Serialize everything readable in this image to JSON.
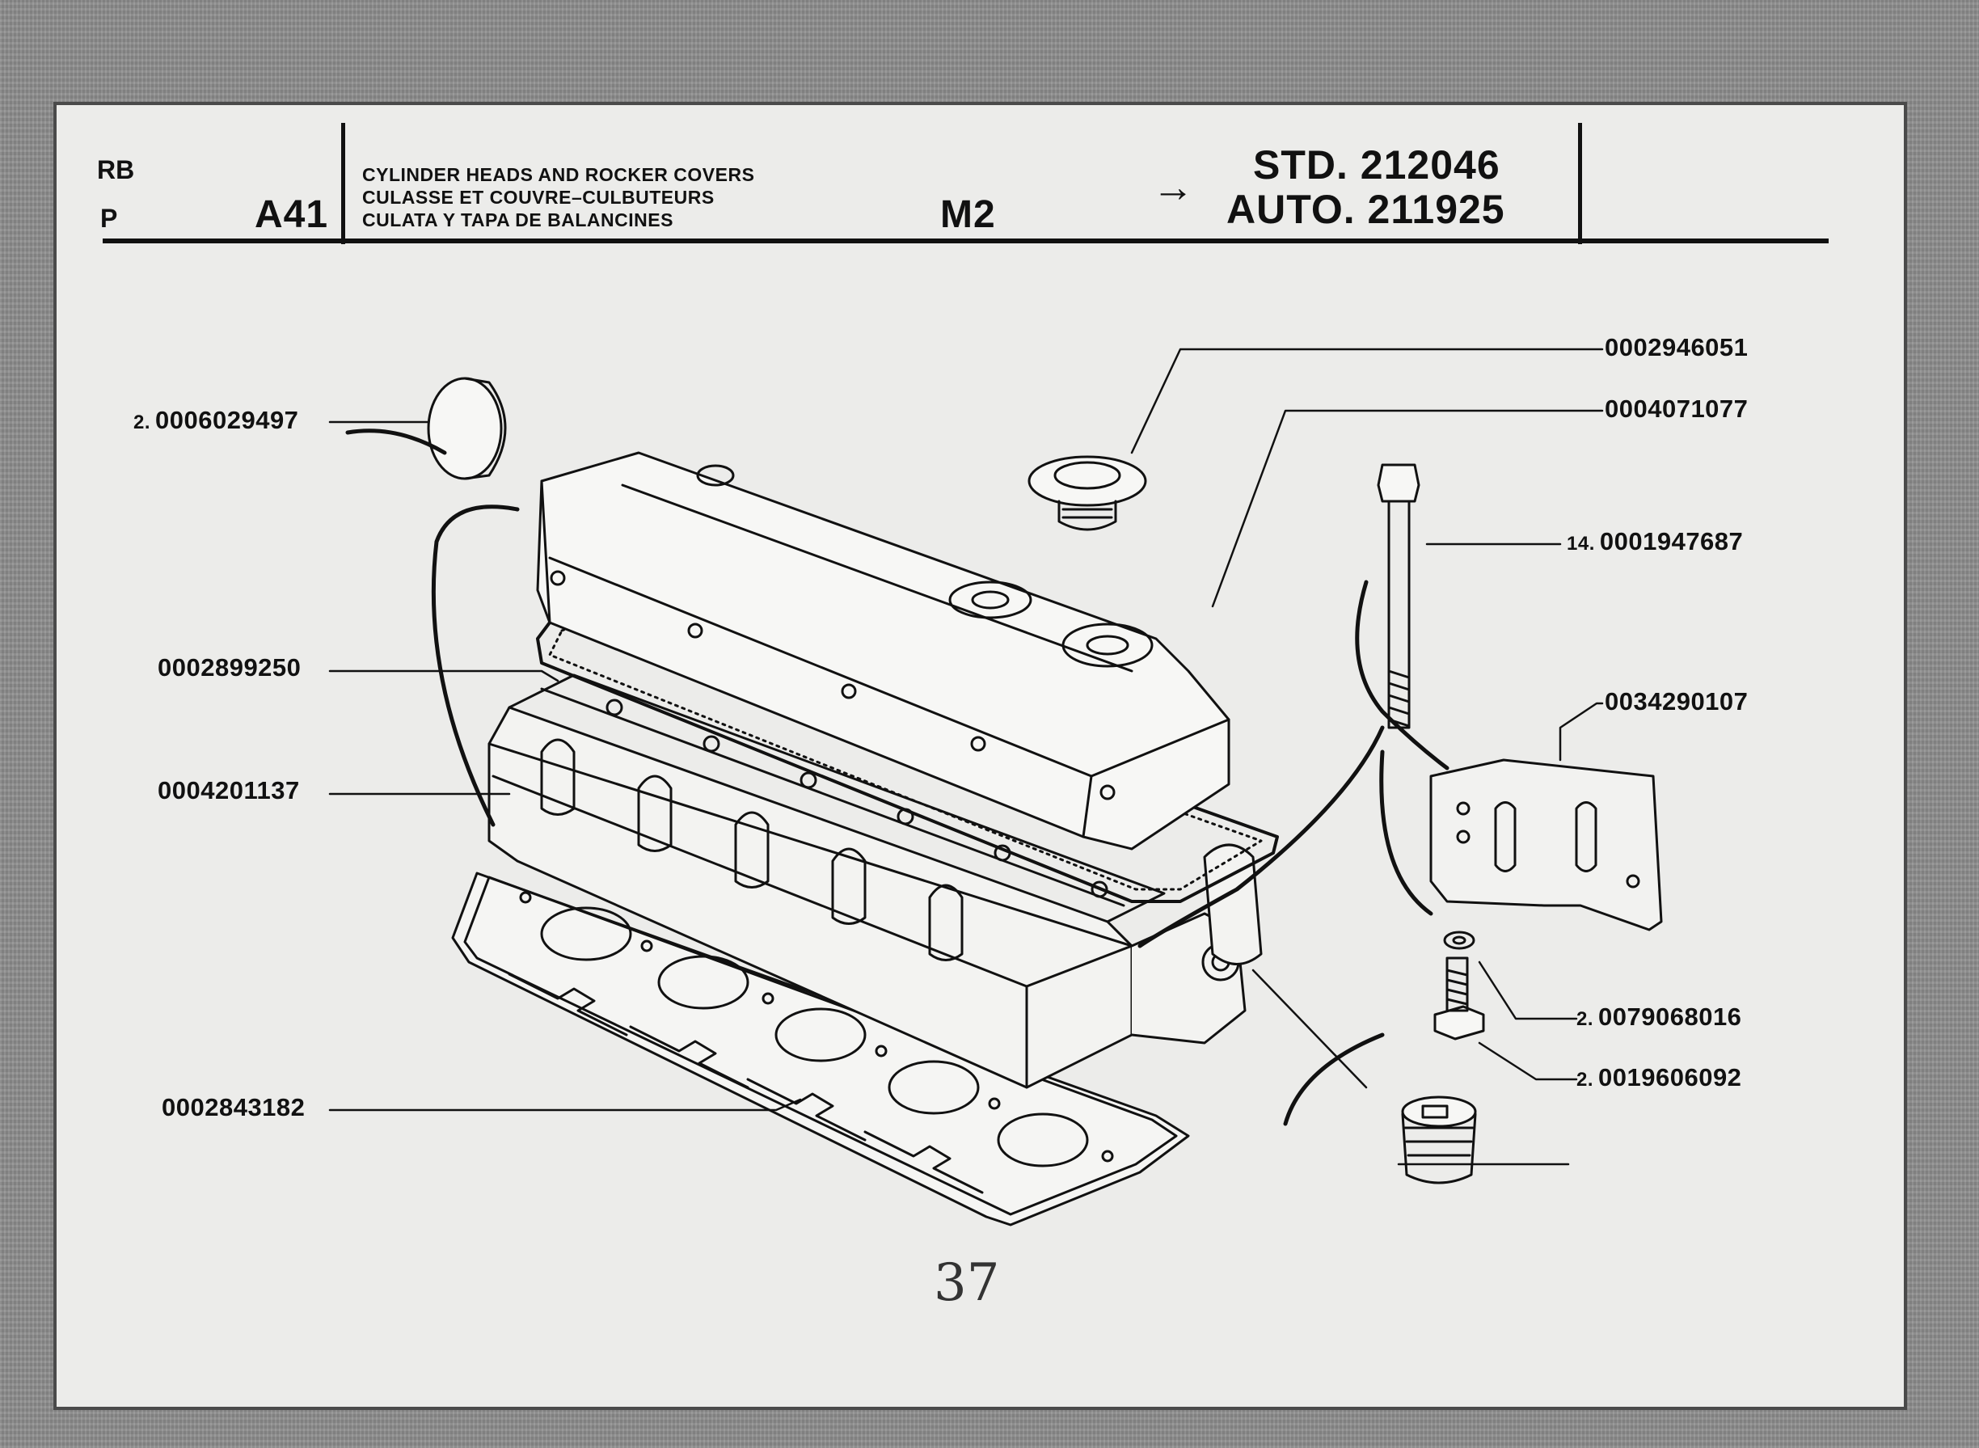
{
  "header": {
    "code_rb": "RB",
    "code_p": "P",
    "section": "A41",
    "title_en": "CYLINDER HEADS AND ROCKER COVERS",
    "title_fr": "CULASSE ET COUVRE–CULBUTEURS",
    "title_es": "CULATA Y TAPA DE BALANCINES",
    "model": "M2",
    "arrow": "→",
    "std": "STD. 212046",
    "auto": "AUTO. 211925"
  },
  "parts": {
    "oil_filler_cap": {
      "number": "0002946051"
    },
    "rocker_cover": {
      "number": "0004071077"
    },
    "core_plug": {
      "qty": "2.",
      "number": "0006029497"
    },
    "cover_bolt": {
      "qty": "14.",
      "number": "0001947687"
    },
    "rocker_gasket": {
      "number": "0002899250"
    },
    "cylinder_head": {
      "number": "0004201137"
    },
    "lifting_bracket": {
      "number": "0034290107"
    },
    "washer": {
      "qty": "2.",
      "number": "0079068016"
    },
    "bracket_bolt": {
      "qty": "2.",
      "number": "0019606092"
    },
    "head_gasket": {
      "number": "0002843182"
    },
    "threaded_plug": {
      "number": ""
    }
  },
  "page_number": "37"
}
